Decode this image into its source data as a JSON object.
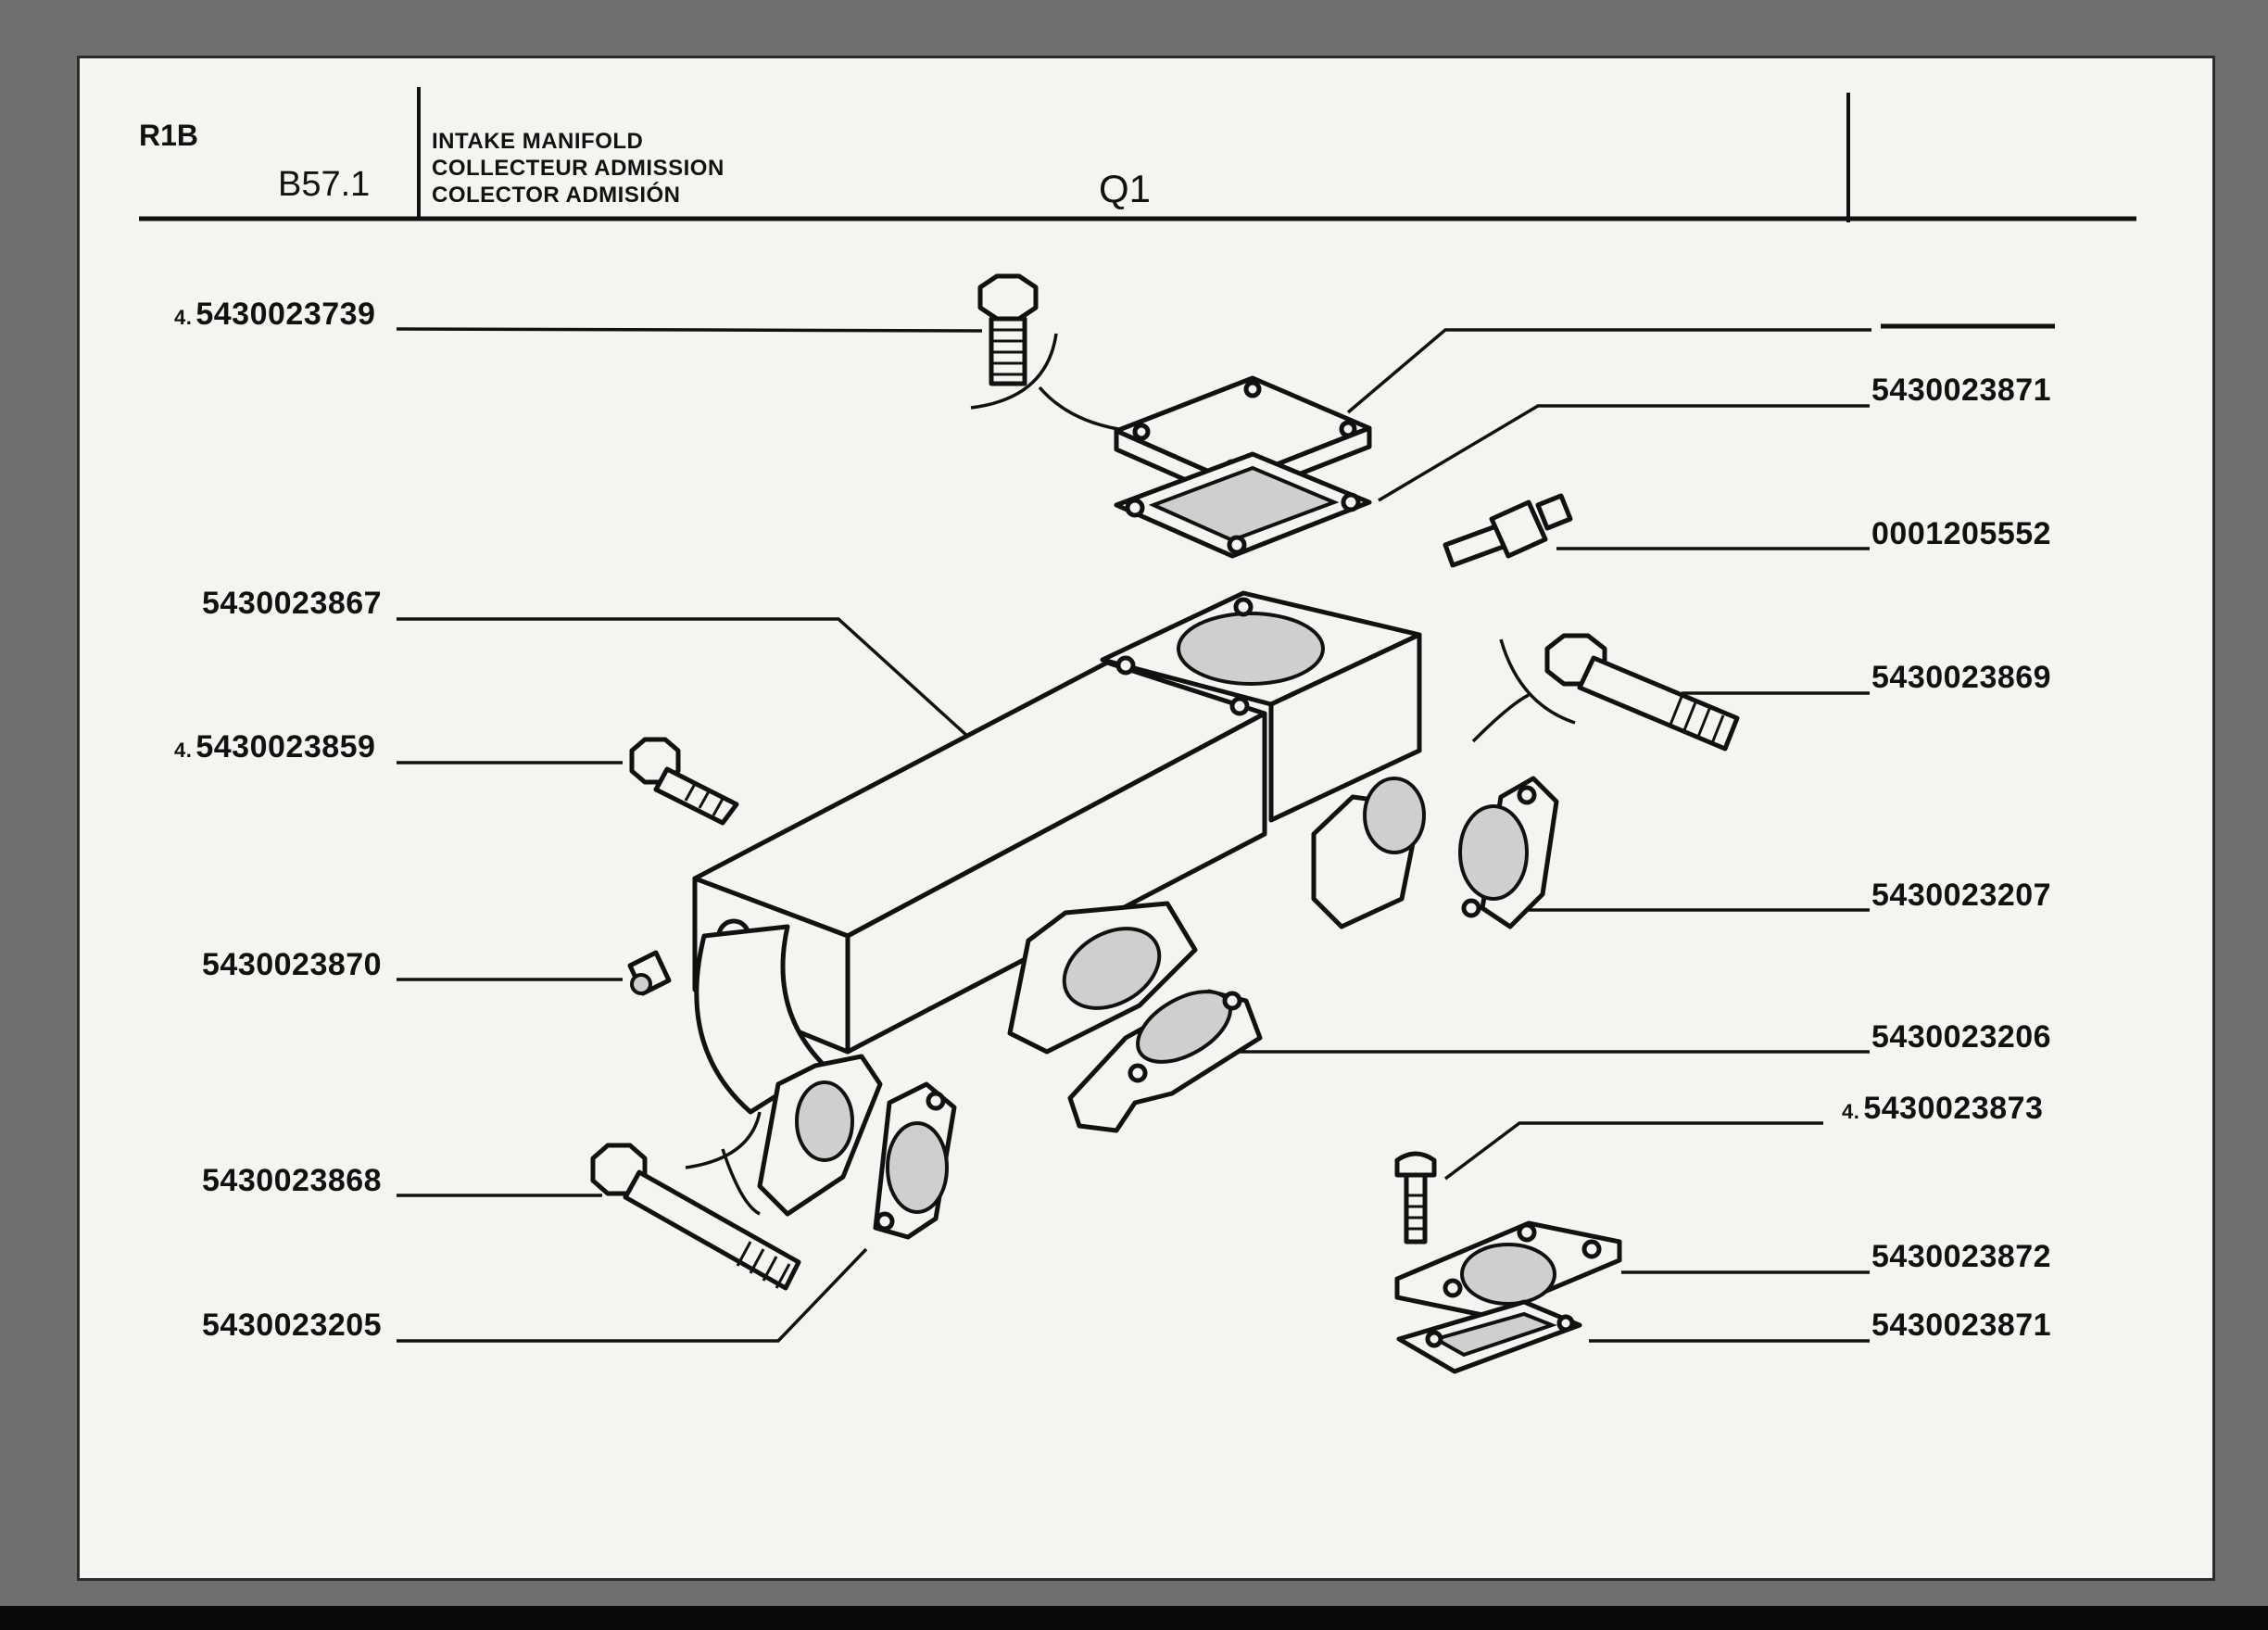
{
  "header": {
    "model": "R1B",
    "section": "B57.1",
    "titles": [
      "INTAKE MANIFOLD",
      "COLLECTEUR ADMISSION",
      "COLECTOR ADMISIÓN"
    ],
    "group": "Q1"
  },
  "callouts": [
    {
      "id": "bolt-top",
      "qty": "4.",
      "part": "5430023739"
    },
    {
      "id": "cover-plate",
      "qty": "",
      "part": ""
    },
    {
      "id": "gasket-top",
      "qty": "",
      "part": "5430023871"
    },
    {
      "id": "temp-sensor",
      "qty": "",
      "part": "0001205552"
    },
    {
      "id": "manifold",
      "qty": "",
      "part": "5430023867"
    },
    {
      "id": "long-bolt-right",
      "qty": "",
      "part": "5430023869"
    },
    {
      "id": "bolt-left",
      "qty": "4.",
      "part": "5430023859"
    },
    {
      "id": "gasket-right",
      "qty": "",
      "part": "5430023207"
    },
    {
      "id": "plug",
      "qty": "",
      "part": "5430023870"
    },
    {
      "id": "gasket-center",
      "qty": "",
      "part": "5430023206"
    },
    {
      "id": "screw-small",
      "qty": "4.",
      "part": "5430023873"
    },
    {
      "id": "long-bolt-left",
      "qty": "",
      "part": "5430023868"
    },
    {
      "id": "flange-plate",
      "qty": "",
      "part": "5430023872"
    },
    {
      "id": "gasket-left",
      "qty": "",
      "part": "5430023205"
    },
    {
      "id": "gasket-bottom",
      "qty": "",
      "part": "5430023871"
    }
  ]
}
